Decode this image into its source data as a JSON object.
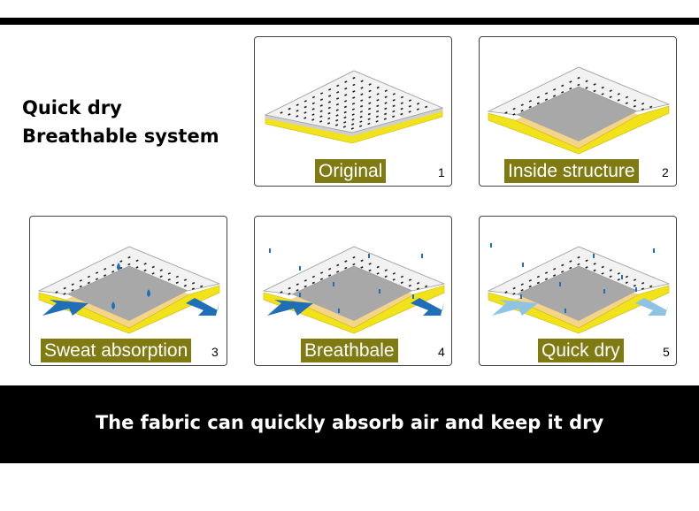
{
  "headline": {
    "line1": "Quick dry",
    "line2": "Breathable system"
  },
  "panels": [
    {
      "label": "Original",
      "number": "1",
      "variant": "original"
    },
    {
      "label": "Inside structure",
      "number": "2",
      "variant": "inside"
    },
    {
      "label": "Sweat absorption",
      "number": "3",
      "variant": "sweat"
    },
    {
      "label": "Breathbale",
      "number": "4",
      "variant": "breathable"
    },
    {
      "label": "Quick dry",
      "number": "5",
      "variant": "quickdry"
    }
  ],
  "footer": {
    "text": "The fabric can quickly absorb air and keep it dry"
  },
  "colors": {
    "label_bg": "#807a12",
    "fabric_top": "#f2f2f2",
    "yellow_layer": "#f2e21a",
    "inner_grey": "#a8a8a8",
    "inner_fill": "#f4d488",
    "drop_dark": "#1f6fb8",
    "arrow_dark": "#1f6fb8",
    "arrow_light": "#8fc3e6"
  }
}
